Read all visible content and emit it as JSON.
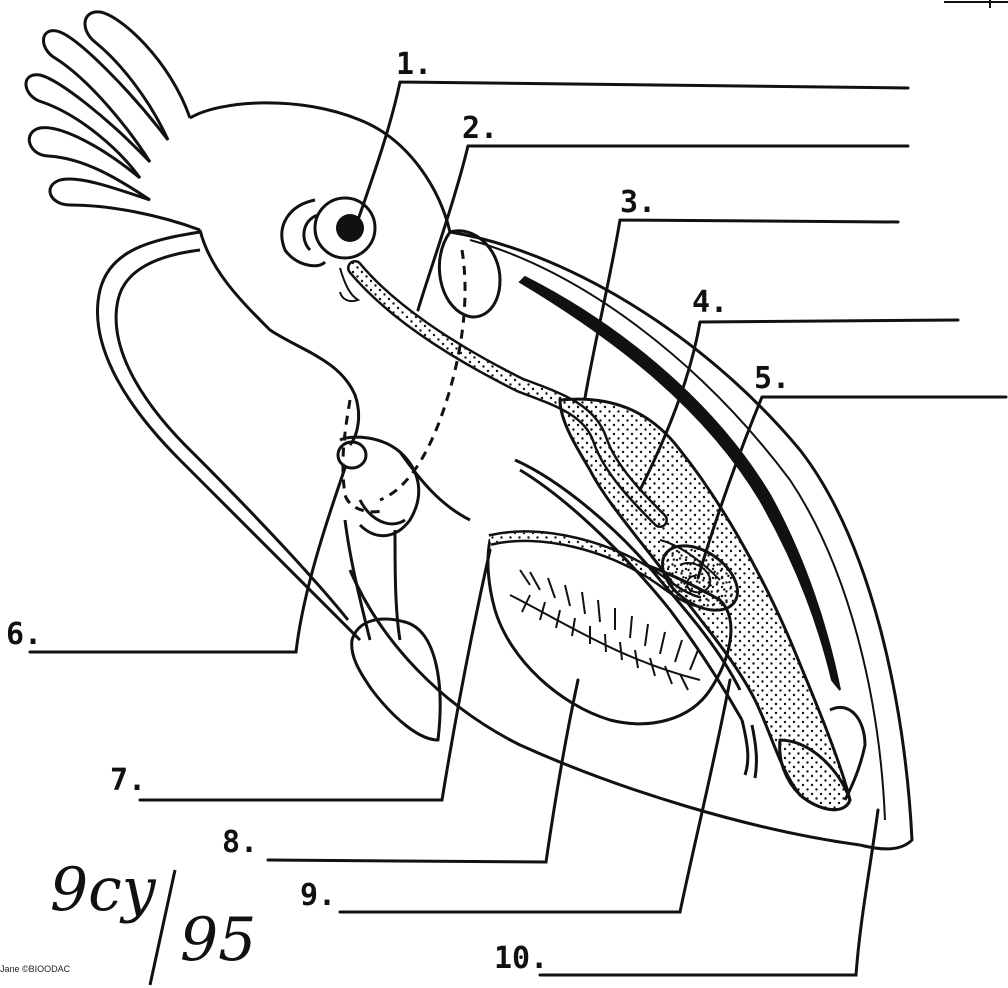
{
  "labels": [
    "1.",
    "2.",
    "3.",
    "4.",
    "5.",
    "6.",
    "7.",
    "8.",
    "9.",
    "10."
  ],
  "annotation": {
    "left": "9cy",
    "right": "95"
  },
  "copyright": "Jane ©BIOODAC"
}
